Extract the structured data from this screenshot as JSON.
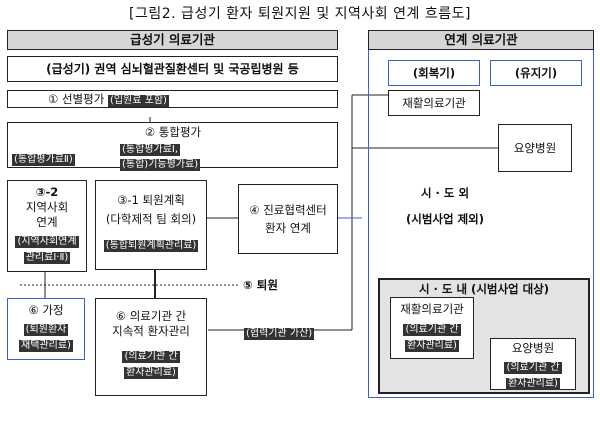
{
  "title": "[그림2. 급성기 환자 퇴원지원 및 지역사회 연계 흐름도]",
  "left_section": {
    "header": "급성기 의료기관",
    "org_box": "(급성기) 권역 심뇌혈관질환센터 및 국공립병원 등",
    "step1": {
      "label": "① 선별평가",
      "tag": "(입원료 포함)"
    },
    "step2": {
      "label": "② 통합평가",
      "tag_left": "(통합평가료Ⅱ)",
      "tag_right_1": "(통합평가료Ⅰ,",
      "tag_right_2": "(통합)기능평가료)"
    },
    "step3_2": {
      "number": "③-2",
      "line1": "지역사회",
      "line2": "연계",
      "tag1": "(지역사회연계",
      "tag2": "관리료Ⅰ·Ⅱ)"
    },
    "step3_1": {
      "line1": "③-1 퇴원계획",
      "line2": "(다학제적 팀 회의)",
      "tag": "(통합퇴원계획관리료)"
    },
    "step4": {
      "line1": "④ 진료협력센터",
      "line2": "환자 연계"
    },
    "step5": "⑤ 퇴원",
    "step6_home": {
      "label": "⑥ 가정",
      "tag1": "(퇴원환자",
      "tag2": "재택관리료)"
    },
    "step6_inst": {
      "line1": "⑥ 의료기관 간",
      "line2": "지속적 환자관리",
      "tag1": "(의료기관 간",
      "tag2": "환자관리료)"
    },
    "arrow_tag": "(협력기관 가산)"
  },
  "right_section": {
    "header": "연계 의료기관",
    "recovery": "(회복기)",
    "maintenance": "(유지기)",
    "rehab_hospital": "재활의료기관",
    "nursing_hospital": "요양병원",
    "outside_line1": "시 · 도 외",
    "outside_line2": "(시범사업 제외)",
    "inside_header": "시 · 도 내 (시범사업 대상)",
    "inside_rehab": "재활의료기관",
    "inside_rehab_tag1": "(의료기관 간",
    "inside_rehab_tag2": "환자관리료)",
    "inside_nursing": "요양병원",
    "inside_nursing_tag1": "(의료기관 간",
    "inside_nursing_tag2": "환자관리료)"
  }
}
